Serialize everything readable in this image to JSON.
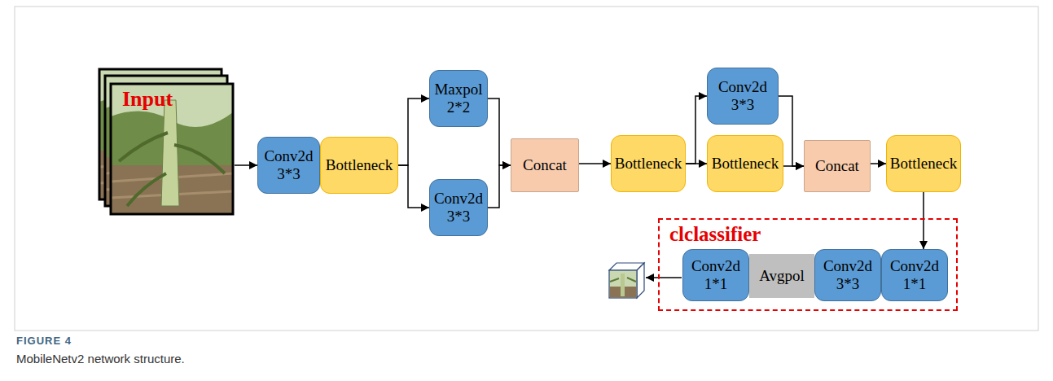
{
  "diagram": {
    "caption": "MobileNetv2 network structure.",
    "nodes": [
      {
        "text": [
          "Input"
        ]
      },
      {
        "text": [
          "Conv2d 3*3"
        ]
      },
      {
        "text": [
          "Bottleneck"
        ]
      },
      {
        "text": [
          "Maxpol 2*2"
        ]
      },
      {
        "text": [
          "Conv2d 3*3"
        ]
      },
      {
        "text": [
          "Concat"
        ]
      },
      {
        "text": [
          "Bottleneck"
        ]
      },
      {
        "text": [
          "Conv2d 3*3"
        ]
      },
      {
        "text": [
          "Bottleneck"
        ]
      },
      {
        "text": [
          "Concat"
        ]
      },
      {
        "text": [
          "Bottleneck"
        ]
      },
      {
        "text": [
          "clclassifier"
        ]
      },
      {
        "text": [
          "Conv2d 1*1"
        ],
        "in": 11
      },
      {
        "text": [
          "Avgpol"
        ],
        "in": 11
      },
      {
        "text": [
          "Conv2d 3*3"
        ],
        "in": 11
      },
      {
        "text": [
          "Conv2d 1*1"
        ],
        "in": 11
      }
    ],
    "edges": [
      {
        "from": 0,
        "to": 1,
        "arrow": "to"
      },
      {
        "from": 2,
        "to": 3,
        "arrow": "to"
      },
      {
        "from": 2,
        "to": 4,
        "arrow": "to"
      },
      {
        "from": 3,
        "to": 5,
        "arrow": "to"
      },
      {
        "from": 4,
        "to": 5,
        "arrow": "to"
      },
      {
        "from": 5,
        "to": 6,
        "arrow": "to"
      },
      {
        "from": 6,
        "to": 7,
        "arrow": "to"
      },
      {
        "from": 6,
        "to": 8,
        "arrow": "to"
      },
      {
        "from": 7,
        "to": 9,
        "arrow": "to"
      },
      {
        "from": 8,
        "to": 9,
        "arrow": "to"
      },
      {
        "from": 9,
        "to": 10,
        "arrow": "to"
      },
      {
        "from": 10,
        "to": 15,
        "arrow": "to"
      }
    ],
    "labels": [
      "FIGURE 4"
    ]
  }
}
